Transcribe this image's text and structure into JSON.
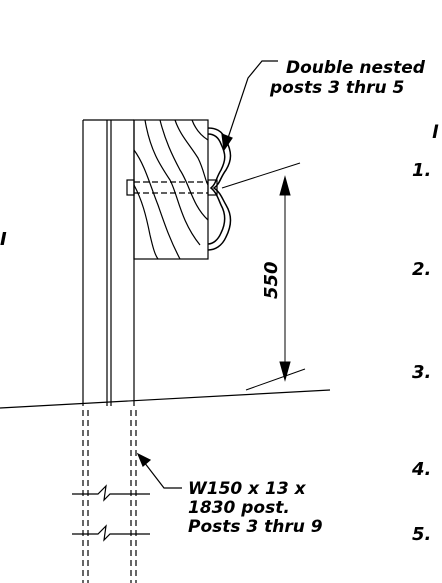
{
  "labels": {
    "nested_line1": "Double nested",
    "nested_line2": "posts 3 thru 5",
    "dimension": "550",
    "post_line1": "W150 x 13 x",
    "post_line2": "1830 post.",
    "post_line3": "Posts 3 thru 9",
    "edge_left_char": "l",
    "edge_right_char": "I"
  },
  "notes": {
    "numbers": [
      "1.",
      "2.",
      "3.",
      "4.",
      "5."
    ]
  }
}
